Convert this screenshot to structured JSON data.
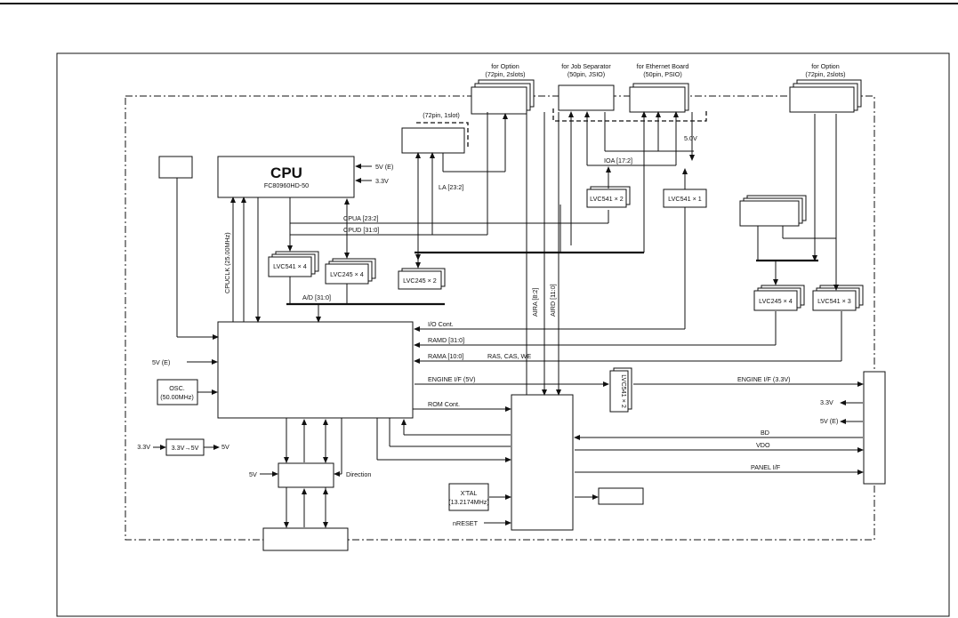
{
  "diagram": {
    "cpu": {
      "title": "CPU",
      "part": "FC80960HD-50",
      "v5e": "5V (E)",
      "v33": "3.3V"
    },
    "options_left": {
      "l1": "for Option",
      "l2": "(72pin, 2slots)"
    },
    "job_separator": {
      "l1": "for Job Separator",
      "l2": "(50pin, JSIO)"
    },
    "ethernet": {
      "l1": "for Ethernet Board",
      "l2": "(50pin, PSIO)"
    },
    "options_right": {
      "l1": "for Option",
      "l2": "(72pin, 2slots)"
    },
    "slot72_1": "(72pin, 1slot)",
    "v50": "5.0V",
    "ioa": "IOA [17:2]",
    "la": "LA [23:2]",
    "cpua": "CPUA [23:2]",
    "cpud": "CPUD [31:0]",
    "cpuclk": "CPUCLK (25.00MHz)",
    "lvc541x4": "LVC541 × 4",
    "lvc245x4_cpu": "LVC245 × 4",
    "lvc245x2": "LVC245 × 2",
    "lvc541x2_top": "LVC541 × 2",
    "lvc541x1": "LVC541 × 1",
    "ad": "A/D [31:0]",
    "aira82": "AIRA [8:2]",
    "aird110": "AIRD [11:0]",
    "io_cont": "I/O Cont.",
    "ramd": "RAMD [31:0]",
    "rama": "RAMA [10:0]",
    "ras": "RAS, CAS, WE",
    "lvc245x4_ram": "LVC245 × 4",
    "lvc541x3": "LVC541 × 3",
    "v5e_left": "5V (E)",
    "osc_l1": "OSC.",
    "osc_l2": "(50.00MHz)",
    "engine_if_5v": "ENGINE I/F (5V)",
    "lvc541x2_mid": "LVC541 × 2",
    "engine_if_33v": "ENGINE I/F (3.3V)",
    "rom_cont": "ROM Cont.",
    "out_33v": "3.3V",
    "out_5ve": "5V (E)",
    "bd": "BD",
    "vdo": "VDO",
    "panel_if": "PANEL I/F",
    "reg_in": "3.3V",
    "reg_label": "3.3V→5V",
    "reg_out": "5V",
    "buf_5v": "5V",
    "direction": "Direction",
    "xtal_l1": "X'TAL",
    "xtal_l2": "(13.2174MHz)",
    "nreset": "nRESET"
  }
}
